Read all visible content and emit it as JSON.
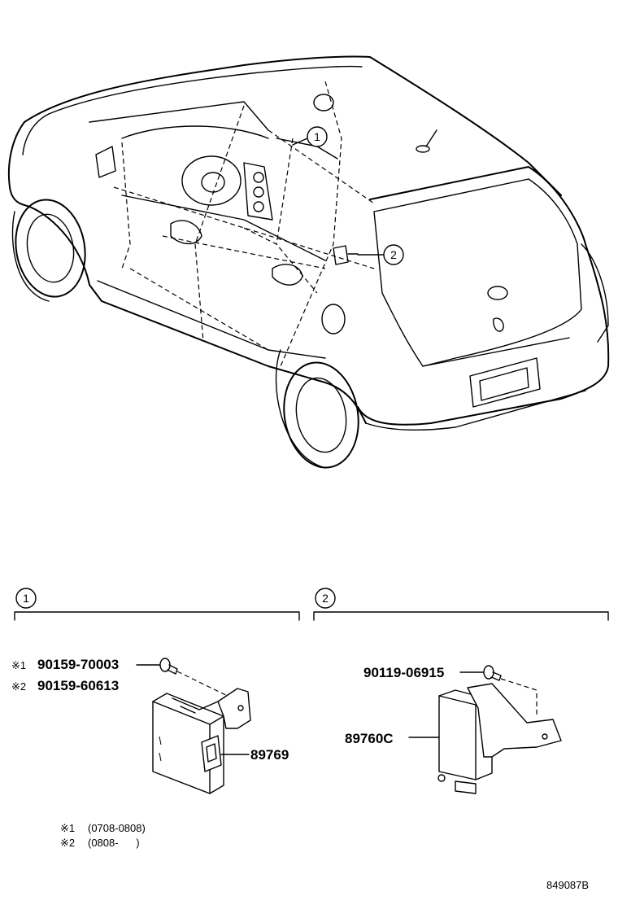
{
  "callouts": {
    "c1": "1",
    "c2": "2"
  },
  "section1": {
    "number": "1",
    "bolt_marker_1": "※1",
    "bolt_part_1": "90159-70003",
    "bolt_marker_2": "※2",
    "bolt_part_2": "90159-60613",
    "module_part": "89769"
  },
  "section2": {
    "number": "2",
    "bolt_part": "90119-06915",
    "module_part": "89760C"
  },
  "notes": [
    {
      "marker": "※1",
      "text": "(0708-0808)"
    },
    {
      "marker": "※2",
      "text": "(0808-      )"
    }
  ],
  "reference_code": "849087B"
}
